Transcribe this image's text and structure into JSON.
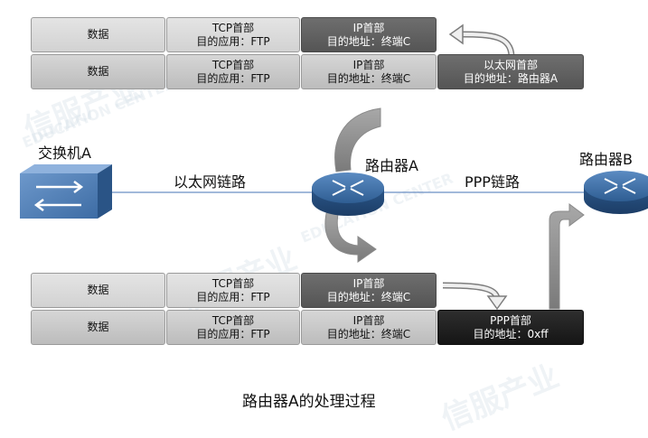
{
  "cell_text": {
    "data": "数据",
    "tcp_header": "TCP首部",
    "dest_app": "目的应用：FTP",
    "ip_header": "IP首部",
    "dest_addr_c": "目的地址：终端C",
    "eth_header": "以太网首部",
    "dest_addr_router_a": "目的地址：路由器A",
    "ppp_header": "PPP首部",
    "dest_addr_0xff": "目的地址：0xff"
  },
  "devices": {
    "switch_a": "交换机A",
    "router_a": "路由器A",
    "router_b": "路由器B"
  },
  "links": {
    "ethernet": "以太网链路",
    "ppp": "PPP链路"
  },
  "caption": "路由器A的处理过程",
  "watermark": {
    "text_cn": "信服产业",
    "text_en": "EDUCATION CENTER"
  },
  "colors": {
    "link_line": "#6b8fc4",
    "router_blue": "#2f5e93",
    "arrow_gray": "#8c8c8c"
  }
}
